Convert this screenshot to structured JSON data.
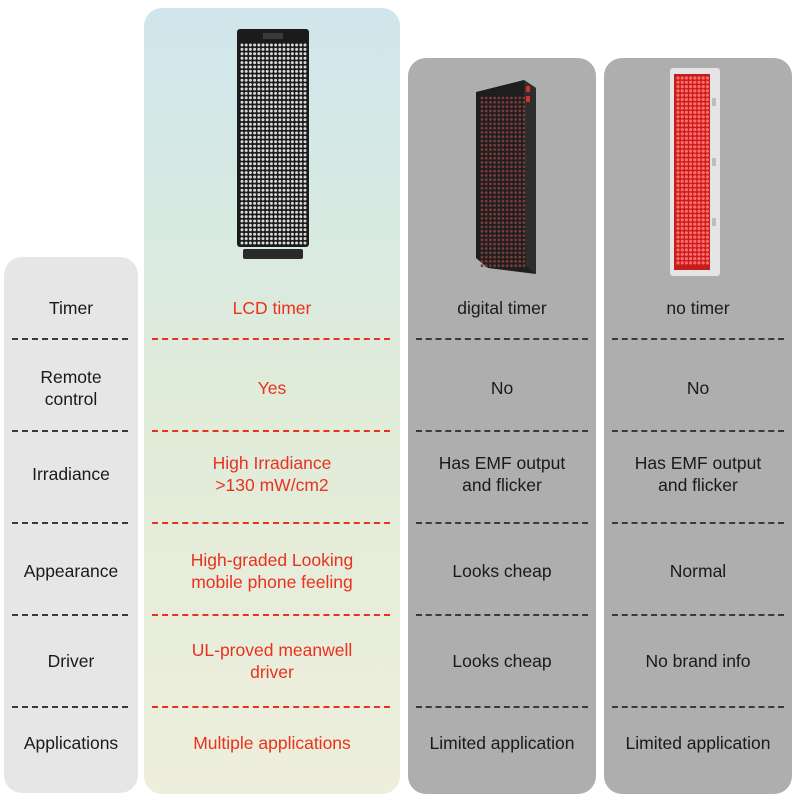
{
  "rows": [
    {
      "label": "Timer",
      "ours": "LCD timer",
      "competitor_b": "digital timer",
      "competitor_c": "no timer"
    },
    {
      "label": "Remote\ncontrol",
      "ours": "Yes",
      "competitor_b": "No",
      "competitor_c": "No"
    },
    {
      "label": "Irradiance",
      "ours": "High Irradiance\n>130 mW/cm2",
      "competitor_b": "Has EMF output\nand flicker",
      "competitor_c": "Has EMF output\nand flicker"
    },
    {
      "label": "Appearance",
      "ours": "High-graded Looking\nmobile phone feeling",
      "competitor_b": "Looks cheap",
      "competitor_c": "Normal"
    },
    {
      "label": "Driver",
      "ours": "UL-proved meanwell\ndriver",
      "competitor_b": "Looks cheap",
      "competitor_c": "No brand info"
    },
    {
      "label": "Applications",
      "ours": "Multiple applications",
      "competitor_b": "Limited application",
      "competitor_c": "Limited application"
    }
  ],
  "colors": {
    "highlight_text": "#e8321e",
    "normal_text": "#1a1a1a",
    "label_column_bg": "#e6e6e6",
    "competitor_column_bg": "#aeaeae"
  },
  "images": {
    "ours": "black-led-panel-with-lcd",
    "competitor_b": "black-led-panel-tilted",
    "competitor_c": "white-red-led-panel"
  }
}
